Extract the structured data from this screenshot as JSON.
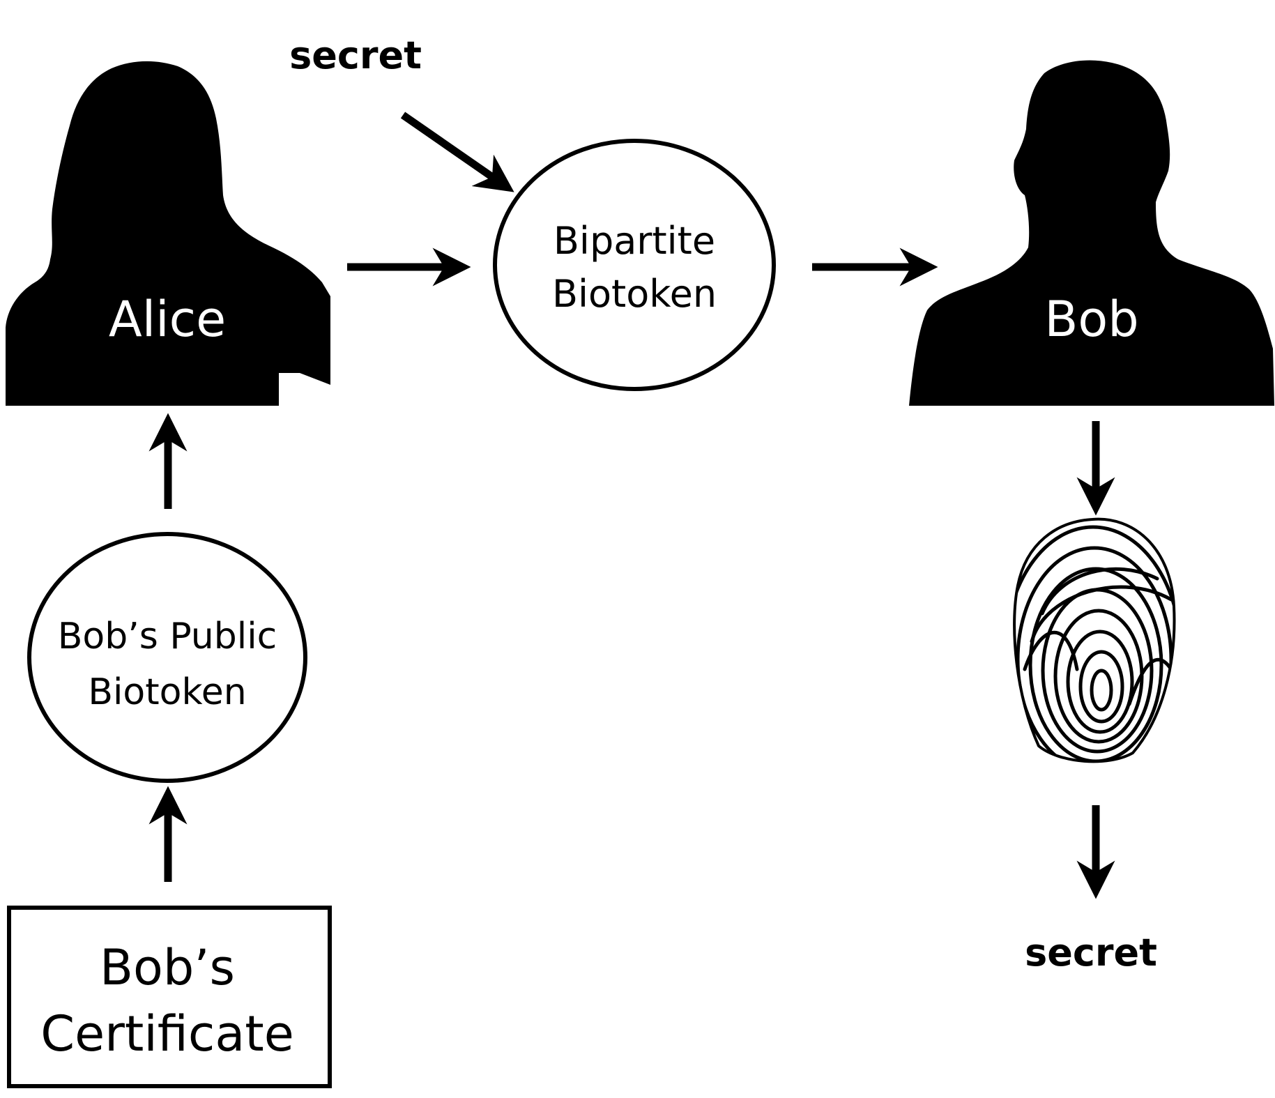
{
  "labels": {
    "secret_top": "secret",
    "alice": "Alice",
    "bob": "Bob",
    "bipartite_line1": "Bipartite",
    "bipartite_line2": "Biotoken",
    "public_line1": "Bob’s Public",
    "public_line2": "Biotoken",
    "certificate_line1": "Bob’s",
    "certificate_line2": "Certificate",
    "secret_bottom": "secret"
  },
  "icons": {
    "alice": "female-silhouette-icon",
    "bob": "male-silhouette-icon",
    "fingerprint": "fingerprint-icon",
    "arrow": "arrow-icon"
  },
  "colors": {
    "silhouette": "#000000",
    "silhouette_text": "#ffffff",
    "background": "#ffffff"
  }
}
